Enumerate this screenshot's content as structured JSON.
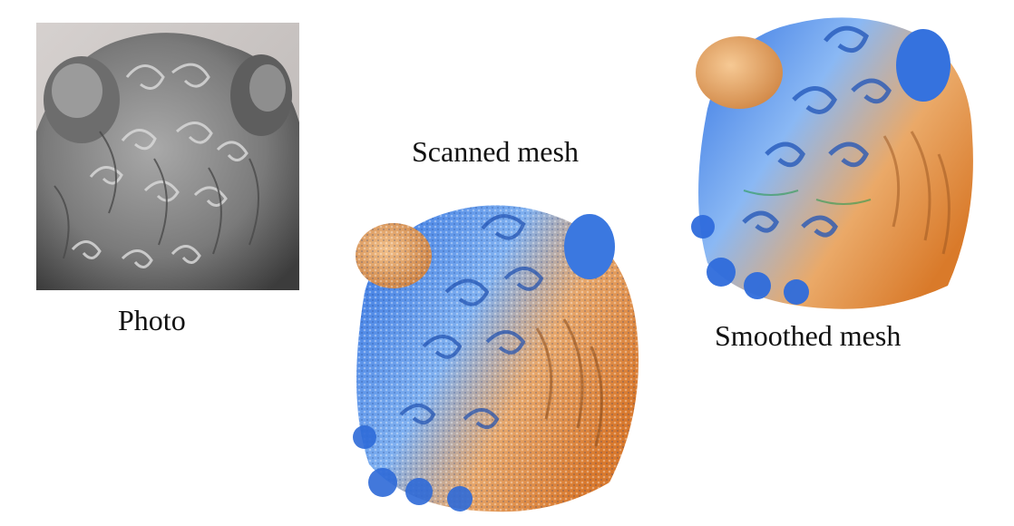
{
  "figure": {
    "panels": [
      {
        "id": "photo",
        "caption": "Photo",
        "kind": "grayscale photograph of a carved stone lion head with curled mane"
      },
      {
        "id": "scanned",
        "caption": "Scanned mesh",
        "kind": "noisy 3D scanned mesh rendering"
      },
      {
        "id": "smoothed",
        "caption": "Smoothed mesh",
        "kind": "smoothed 3D mesh rendering"
      }
    ],
    "colors": {
      "mesh_blue": "#3a7bd8",
      "mesh_orange": "#e8a058",
      "photo_gray": "#8a8a8a",
      "photo_bg": "#c9c4c2"
    }
  }
}
